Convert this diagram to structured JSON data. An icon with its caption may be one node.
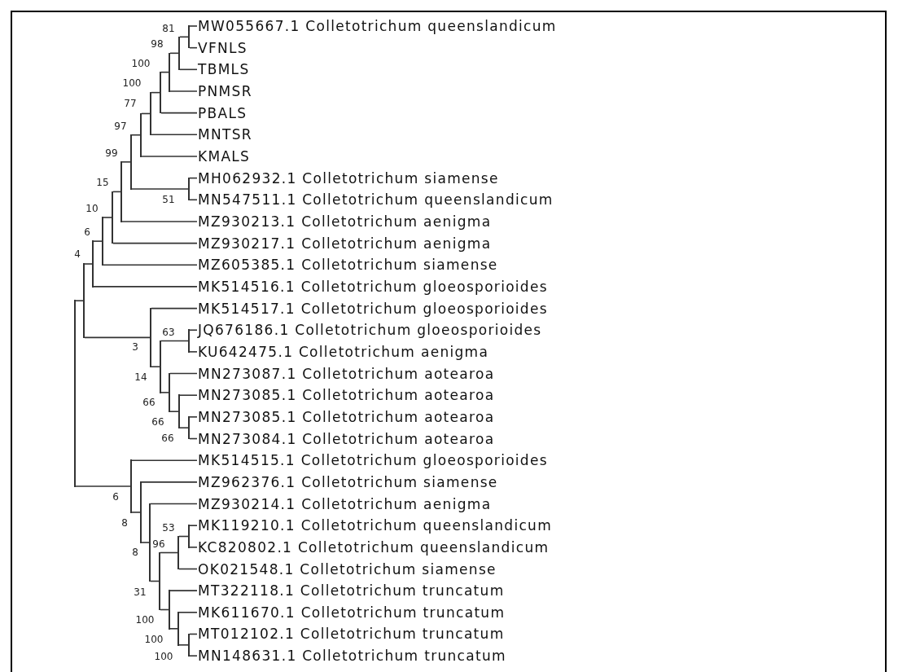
{
  "diagram": {
    "nodes": [
      {
        "text": [
          "MW055667.1 Colletotrichum queenslandicum"
        ]
      },
      {
        "text": [
          "VFNLS"
        ]
      },
      {
        "text": [
          "TBMLS"
        ]
      },
      {
        "text": [
          "PNMSR"
        ]
      },
      {
        "text": [
          "PBALS"
        ]
      },
      {
        "text": [
          "MNTSR"
        ]
      },
      {
        "text": [
          "KMALS"
        ]
      },
      {
        "text": [
          "MH062932.1 Colletotrichum siamense"
        ]
      },
      {
        "text": [
          "MN547511.1 Colletotrichum queenslandicum"
        ]
      },
      {
        "text": [
          "MZ930213.1 Colletotrichum aenigma"
        ]
      },
      {
        "text": [
          "MZ930217.1 Colletotrichum aenigma"
        ]
      },
      {
        "text": [
          "MZ605385.1 Colletotrichum siamense"
        ]
      },
      {
        "text": [
          "MK514516.1 Colletotrichum gloeosporioides"
        ]
      },
      {
        "text": [
          "MK514517.1 Colletotrichum gloeosporioides"
        ]
      },
      {
        "text": [
          "JQ676186.1 Colletotrichum gloeosporioides"
        ]
      },
      {
        "text": [
          "KU642475.1 Colletotrichum aenigma"
        ]
      },
      {
        "text": [
          "MN273087.1 Colletotrichum aotearoa"
        ]
      },
      {
        "text": [
          "MN273085.1 Colletotrichum aotearoa"
        ]
      },
      {
        "text": [
          "MN273085.1 Colletotrichum aotearoa"
        ]
      },
      {
        "text": [
          "MN273084.1 Colletotrichum aotearoa"
        ]
      },
      {
        "text": [
          "MK514515.1 Colletotrichum gloeosporioides"
        ]
      },
      {
        "text": [
          "MZ962376.1 Colletotrichum siamense"
        ]
      },
      {
        "text": [
          "MZ930214.1 Colletotrichum aenigma"
        ]
      },
      {
        "text": [
          "MK119210.1 Colletotrichum queenslandicum"
        ]
      },
      {
        "text": [
          "KC820802.1 Colletotrichum queenslandicum"
        ]
      },
      {
        "text": [
          "OK021548.1 Colletotrichum siamense"
        ]
      },
      {
        "text": [
          "MT322118.1 Colletotrichum truncatum"
        ]
      },
      {
        "text": [
          "MK611670.1 Colletotrichum truncatum"
        ]
      },
      {
        "text": [
          "MT012102.1 Colletotrichum truncatum"
        ]
      },
      {
        "text": [
          "MN148631.1 Colletotrichum truncatum"
        ]
      },
      {
        "text": [],
        "shape": "bar"
      },
      {
        "text": [],
        "shape": "bar"
      },
      {
        "text": [],
        "shape": "bar"
      },
      {
        "text": [],
        "shape": "bar"
      },
      {
        "text": [],
        "shape": "bar"
      },
      {
        "text": [],
        "shape": "bar"
      },
      {
        "text": [],
        "shape": "bar"
      },
      {
        "text": [],
        "shape": "bar"
      },
      {
        "text": [],
        "shape": "bar"
      },
      {
        "text": [],
        "shape": "bar"
      },
      {
        "text": [],
        "shape": "bar"
      },
      {
        "text": [],
        "shape": "bar"
      },
      {
        "text": [],
        "shape": "bar"
      },
      {
        "text": [],
        "shape": "bar"
      },
      {
        "text": [],
        "shape": "bar"
      },
      {
        "text": [],
        "shape": "bar"
      },
      {
        "text": [],
        "shape": "bar"
      },
      {
        "text": [],
        "shape": "bar"
      },
      {
        "text": [],
        "shape": "bar"
      },
      {
        "text": [],
        "shape": "bar"
      },
      {
        "text": [],
        "shape": "bar"
      },
      {
        "text": [],
        "shape": "bar"
      },
      {
        "text": [],
        "shape": "bar"
      },
      {
        "text": [],
        "shape": "bar"
      },
      {
        "text": [],
        "shape": "bar"
      },
      {
        "text": [],
        "shape": "bar"
      },
      {
        "text": [],
        "shape": "bar"
      },
      {
        "text": [],
        "shape": "bar"
      },
      {
        "text": [],
        "shape": "bar"
      }
    ],
    "edges": [
      {
        "from": 30,
        "to": 31,
        "arrow": "none"
      },
      {
        "from": 30,
        "to": 37,
        "arrow": "none"
      },
      {
        "from": 31,
        "to": 32,
        "arrow": "none"
      },
      {
        "from": 31,
        "to": 41,
        "arrow": "none"
      },
      {
        "from": 32,
        "to": 33,
        "arrow": "none"
      },
      {
        "from": 32,
        "to": 12,
        "arrow": "none"
      },
      {
        "from": 33,
        "to": 34,
        "arrow": "none"
      },
      {
        "from": 33,
        "to": 11,
        "arrow": "none"
      },
      {
        "from": 34,
        "to": 35,
        "arrow": "none"
      },
      {
        "from": 34,
        "to": 10,
        "arrow": "none"
      },
      {
        "from": 35,
        "to": 36,
        "arrow": "none"
      },
      {
        "from": 35,
        "to": 9,
        "arrow": "none"
      },
      {
        "from": 36,
        "to": 38,
        "arrow": "none"
      },
      {
        "from": 36,
        "to": 54,
        "arrow": "none"
      },
      {
        "from": 37,
        "to": 20,
        "arrow": "none"
      },
      {
        "from": 37,
        "to": 39,
        "arrow": "none"
      },
      {
        "from": 38,
        "to": 40,
        "arrow": "none"
      },
      {
        "from": 38,
        "to": 6,
        "arrow": "none"
      },
      {
        "from": 39,
        "to": 21,
        "arrow": "none"
      },
      {
        "from": 39,
        "to": 42,
        "arrow": "none"
      },
      {
        "from": 40,
        "to": 43,
        "arrow": "none"
      },
      {
        "from": 40,
        "to": 5,
        "arrow": "none"
      },
      {
        "from": 41,
        "to": 13,
        "arrow": "none"
      },
      {
        "from": 41,
        "to": 44,
        "arrow": "none"
      },
      {
        "from": 42,
        "to": 22,
        "arrow": "none"
      },
      {
        "from": 42,
        "to": 45,
        "arrow": "none"
      },
      {
        "from": 43,
        "to": 46,
        "arrow": "none"
      },
      {
        "from": 43,
        "to": 4,
        "arrow": "none"
      },
      {
        "from": 44,
        "to": 55,
        "arrow": "none"
      },
      {
        "from": 44,
        "to": 47,
        "arrow": "none"
      },
      {
        "from": 45,
        "to": 51,
        "arrow": "none"
      },
      {
        "from": 45,
        "to": 48,
        "arrow": "none"
      },
      {
        "from": 46,
        "to": 49,
        "arrow": "none"
      },
      {
        "from": 46,
        "to": 3,
        "arrow": "none"
      },
      {
        "from": 47,
        "to": 16,
        "arrow": "none"
      },
      {
        "from": 47,
        "to": 50,
        "arrow": "none"
      },
      {
        "from": 48,
        "to": 26,
        "arrow": "none"
      },
      {
        "from": 48,
        "to": 52,
        "arrow": "none"
      },
      {
        "from": 49,
        "to": 53,
        "arrow": "none"
      },
      {
        "from": 49,
        "to": 2,
        "arrow": "none"
      },
      {
        "from": 50,
        "to": 17,
        "arrow": "none"
      },
      {
        "from": 50,
        "to": 56,
        "arrow": "none"
      },
      {
        "from": 51,
        "to": 57,
        "arrow": "none"
      },
      {
        "from": 51,
        "to": 25,
        "arrow": "none"
      },
      {
        "from": 52,
        "to": 27,
        "arrow": "none"
      },
      {
        "from": 52,
        "to": 58,
        "arrow": "none"
      },
      {
        "from": 53,
        "to": 0,
        "arrow": "none"
      },
      {
        "from": 53,
        "to": 1,
        "arrow": "none"
      },
      {
        "from": 54,
        "to": 7,
        "arrow": "none"
      },
      {
        "from": 54,
        "to": 8,
        "arrow": "none"
      },
      {
        "from": 55,
        "to": 14,
        "arrow": "none"
      },
      {
        "from": 55,
        "to": 15,
        "arrow": "none"
      },
      {
        "from": 56,
        "to": 18,
        "arrow": "none"
      },
      {
        "from": 56,
        "to": 19,
        "arrow": "none"
      },
      {
        "from": 57,
        "to": 23,
        "arrow": "none"
      },
      {
        "from": 57,
        "to": 24,
        "arrow": "none"
      },
      {
        "from": 58,
        "to": 28,
        "arrow": "none"
      },
      {
        "from": 58,
        "to": 29,
        "arrow": "none"
      }
    ],
    "labels": [
      "81",
      "98",
      "100",
      "100",
      "77",
      "97",
      "99",
      "15",
      "51",
      "10",
      "6",
      "4",
      "63",
      "3",
      "14",
      "66",
      "66",
      "66",
      "6",
      "8",
      "53",
      "96",
      "8",
      "31",
      "100",
      "100",
      "100"
    ]
  }
}
